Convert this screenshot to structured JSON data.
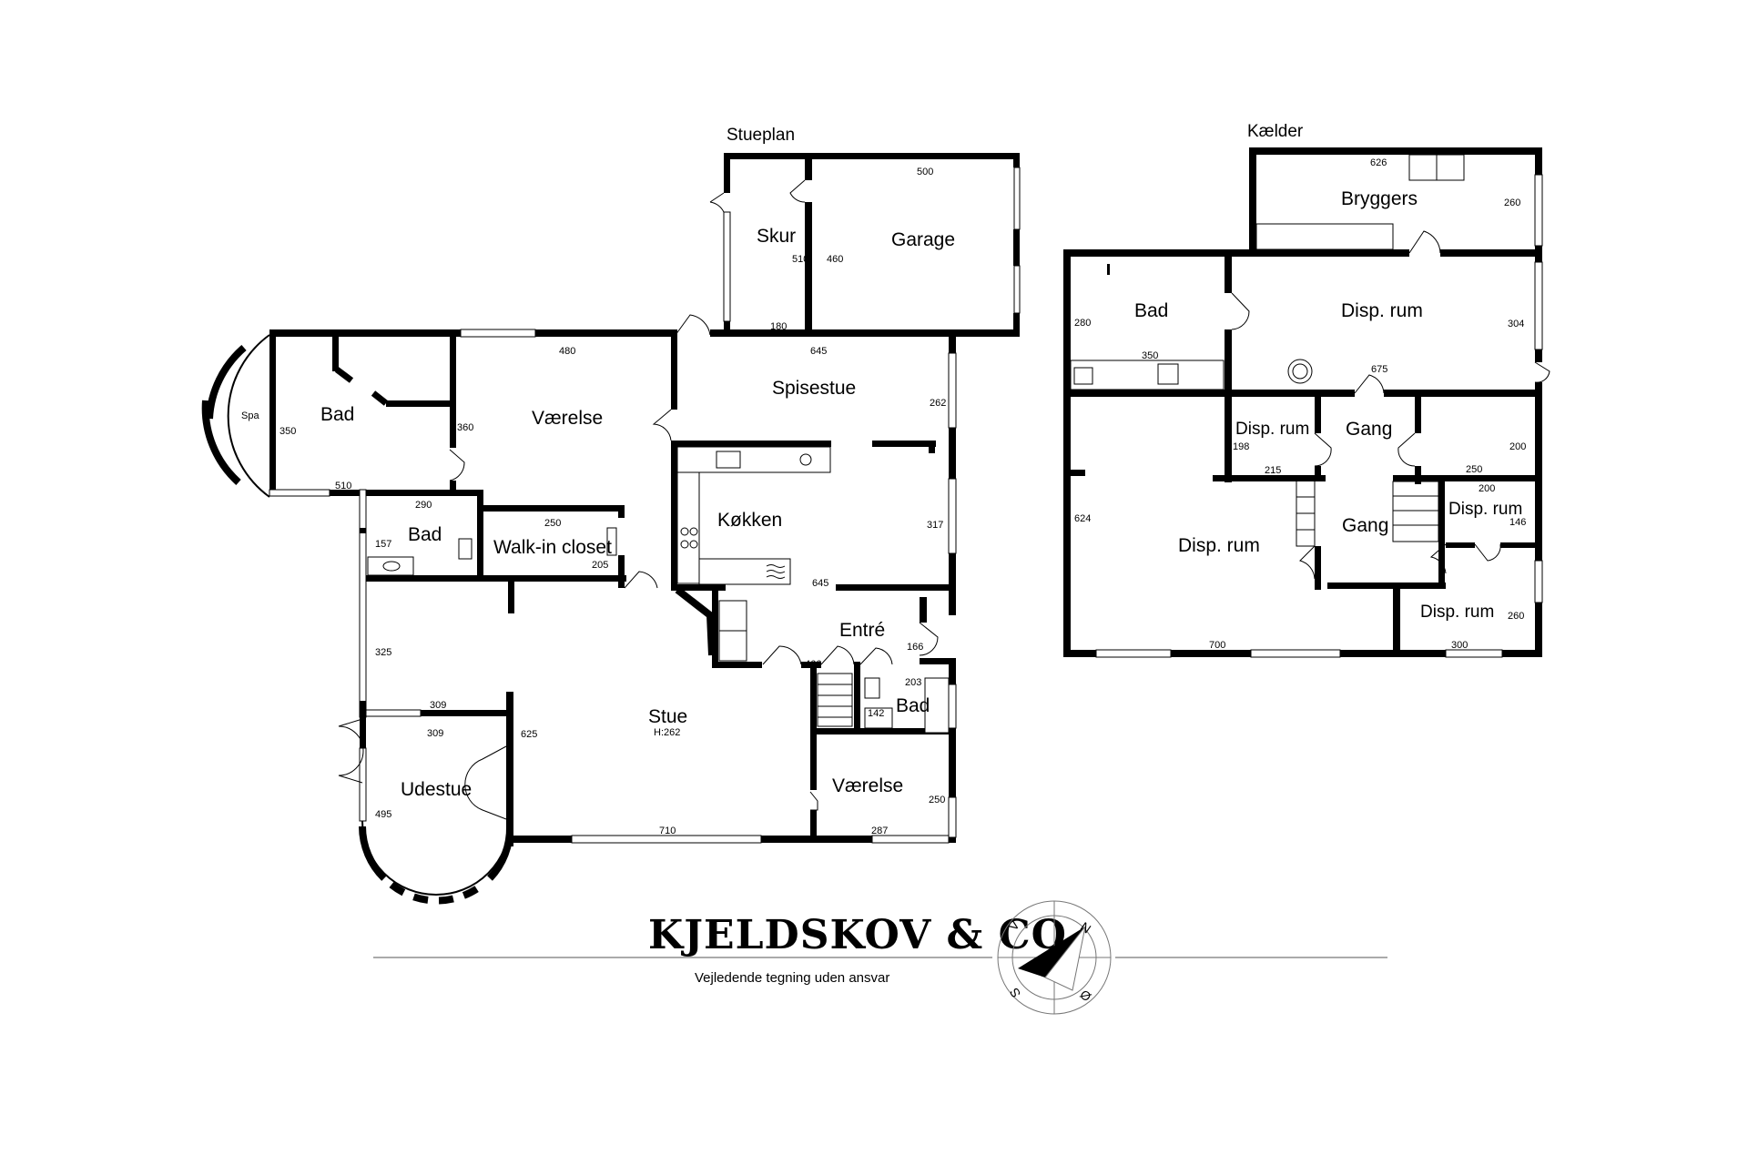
{
  "floors": {
    "ground": {
      "title": "Stueplan",
      "rooms": {
        "spa": "Spa",
        "bad1": "Bad",
        "vaerelse1": "Værelse",
        "spisestue": "Spisestue",
        "skur": "Skur",
        "garage": "Garage",
        "bad2": "Bad",
        "walkin": "Walk-in closet",
        "koekken": "Køkken",
        "entre": "Entré",
        "stue": "Stue",
        "stue_height": "H:262",
        "bad3": "Bad",
        "udestue": "Udestue",
        "vaerelse2": "Værelse"
      },
      "dimensions": {
        "d500": "500",
        "d510a": "510",
        "d460": "460",
        "d180": "180",
        "d645a": "645",
        "d480": "480",
        "d350": "350",
        "d360": "360",
        "d262": "262",
        "d510b": "510",
        "d290": "290",
        "d157": "157",
        "d250": "250",
        "d205": "205",
        "d317": "317",
        "d645b": "645",
        "d325": "325",
        "d166": "166",
        "d466": "466",
        "d203": "203",
        "d142": "142",
        "d309a": "309",
        "d309b": "309",
        "d625": "625",
        "d495": "495",
        "d250b": "250",
        "d710": "710",
        "d287": "287"
      }
    },
    "basement": {
      "title": "Kælder",
      "rooms": {
        "bryggers": "Bryggers",
        "bad": "Bad",
        "disp1": "Disp. rum",
        "disp2": "Disp. rum",
        "gang1": "Gang",
        "disp3": "Disp. rum",
        "gang2": "Gang",
        "disp4": "Disp. rum",
        "disp5": "Disp. rum"
      },
      "dimensions": {
        "d626": "626",
        "d260a": "260",
        "d280": "280",
        "d350": "350",
        "d304": "304",
        "d675": "675",
        "d198": "198",
        "d215": "215",
        "d200a": "200",
        "d250": "250",
        "d200b": "200",
        "d146": "146",
        "d624": "624",
        "d260b": "260",
        "d700": "700",
        "d300": "300"
      }
    }
  },
  "brand": {
    "name": "KJELDSKOV & CO",
    "tagline": "Vejledende tegning uden ansvar"
  },
  "compass": {
    "n": "N",
    "v": "V",
    "s": "S",
    "o": "Ø"
  },
  "colors": {
    "wall": "#000000",
    "background": "#ffffff"
  }
}
